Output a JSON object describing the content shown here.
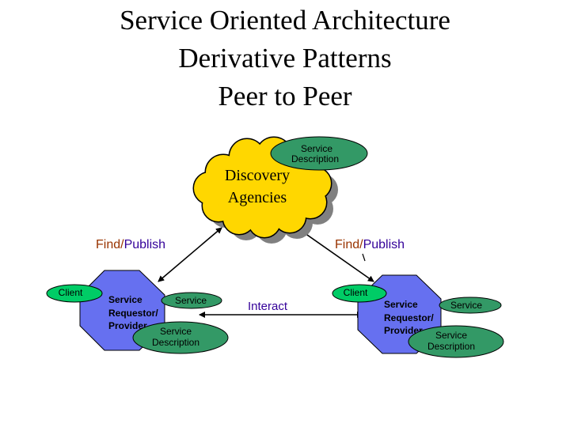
{
  "title": {
    "line1": "Service Oriented Architecture",
    "line2": "Derivative Patterns",
    "line3": "Peer to Peer"
  },
  "discovery": {
    "line1": "Discovery",
    "line2": "Agencies",
    "service_description": {
      "line1": "Service",
      "line2": "Description"
    }
  },
  "links": {
    "left": {
      "find": "Find",
      "slash": "/",
      "publish": "Publish"
    },
    "right": {
      "find": "Find",
      "slash": "/",
      "publish": "Publish"
    },
    "interact": "Interact"
  },
  "left_peer": {
    "client": "Client",
    "line1": "Service",
    "line2": "Requestor/",
    "line3": "Provider",
    "service": "Service",
    "service_description": {
      "line1": "Service",
      "line2": "Description"
    }
  },
  "right_peer": {
    "client": "Client",
    "line1": "Service",
    "line2": "Requestor/",
    "line3": "Provider",
    "service": "Service",
    "service_description": {
      "line1": "Service",
      "line2": "Description"
    }
  },
  "colors": {
    "cloud_fill": "#ffd700",
    "octagon_fill": "#6670f0",
    "green_fill": "#339966",
    "client_fill": "#00cc66",
    "find_text": "#993300",
    "publish_text": "#330099",
    "interact_text": "#330099",
    "shadow": "#808080"
  }
}
